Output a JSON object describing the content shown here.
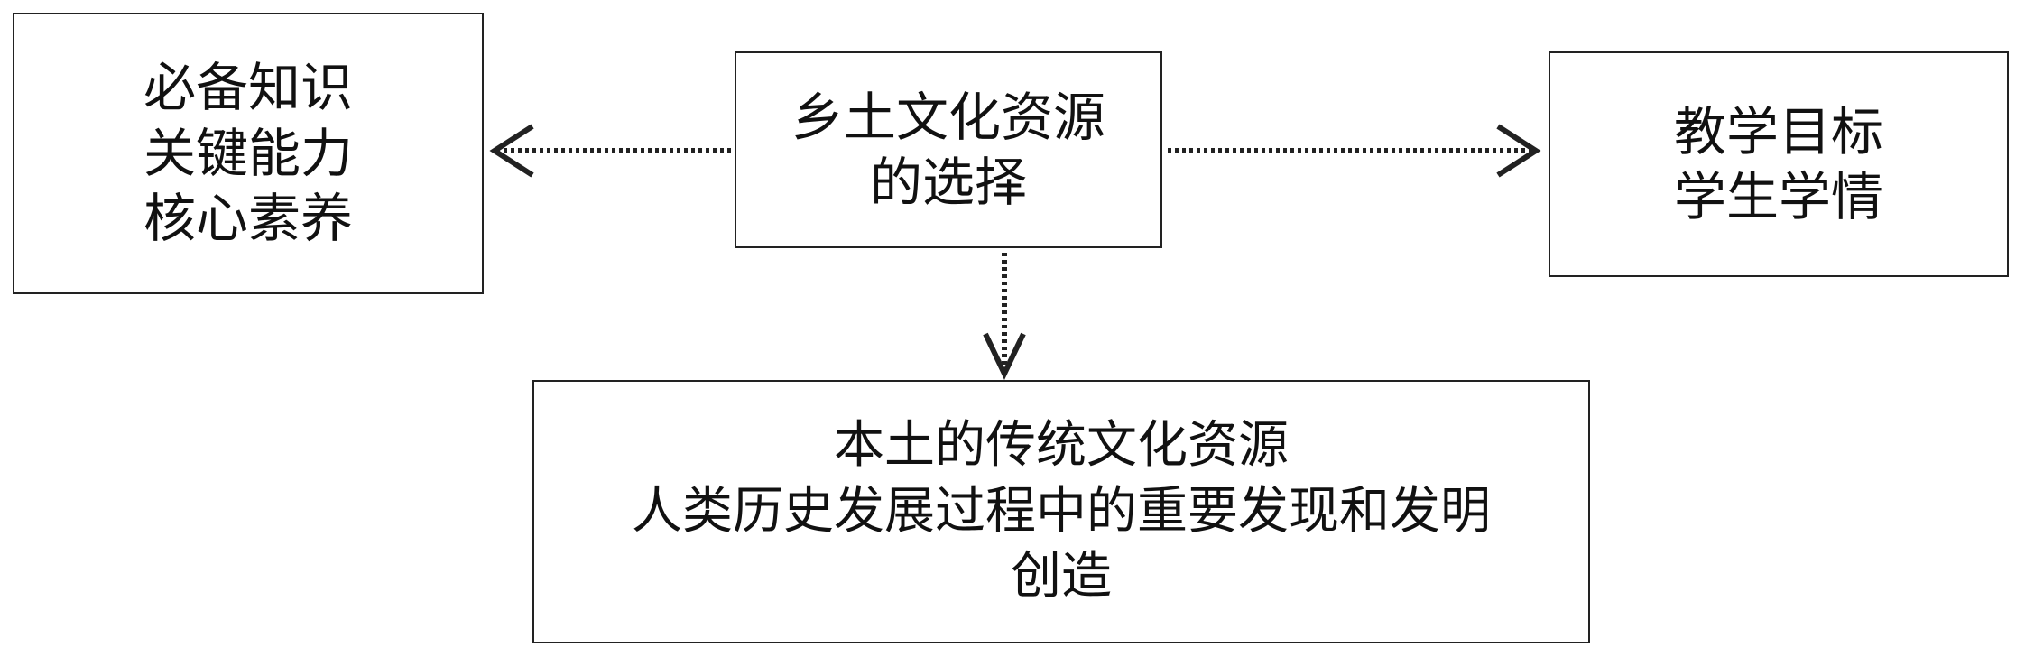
{
  "nodes": {
    "left": {
      "lines": [
        "必备知识",
        "关键能力",
        "核心素养"
      ]
    },
    "center": {
      "lines": [
        "乡土文化资源",
        "的选择"
      ]
    },
    "right": {
      "lines": [
        "教学目标",
        "学生学情"
      ]
    },
    "bottom": {
      "lines": [
        "本土的传统文化资源",
        "人类历史发展过程中的重要发现和发明",
        "创造"
      ]
    }
  },
  "edges": [
    {
      "from": "center",
      "to": "left",
      "style": "dotted"
    },
    {
      "from": "center",
      "to": "right",
      "style": "dotted"
    },
    {
      "from": "center",
      "to": "bottom",
      "style": "dotted"
    }
  ]
}
